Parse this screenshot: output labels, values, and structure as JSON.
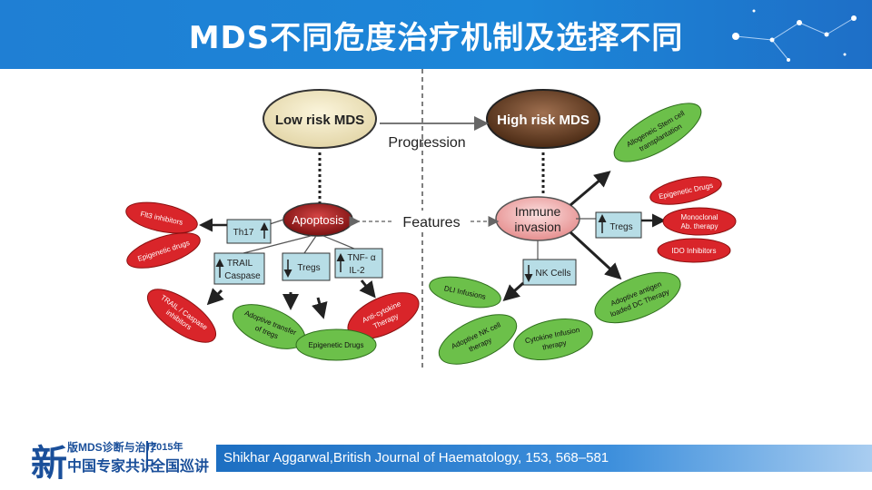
{
  "header": {
    "title": "MDS不同危度治疗机制及选择不同"
  },
  "diagram": {
    "low_risk": "Low risk MDS",
    "high_risk": "High risk MDS",
    "progression": "Progression",
    "features": "Features",
    "apoptosis": "Apoptosis",
    "immune_invasion_1": "Immune",
    "immune_invasion_2": "invasion",
    "left_red": {
      "flt3": "Flt3 inhibitors",
      "epigenetic": "Epigenetic drugs",
      "trail_1": "TRAIL / Caspase",
      "trail_2": "inhibitors",
      "anticytokine_1": "Anti-cytokine",
      "anticytokine_2": "Therapy"
    },
    "left_green": {
      "adoptive_1": "Adoptive transfer",
      "adoptive_2": "of tregs",
      "epigenetic": "Epigenetic Drugs"
    },
    "left_boxes": {
      "th17": "Th17",
      "trail_1": "TRAIL",
      "trail_2": "Caspase",
      "tregs": "Tregs",
      "tnf": "TNF- α",
      "il2": "IL-2"
    },
    "right_boxes": {
      "tregs": "Tregs",
      "nkcells": "NK Cells"
    },
    "right_red": {
      "epigenetic": "Epigenetic Drugs",
      "mono_1": "Monoclonal",
      "mono_2": "Ab. therapy",
      "ido": "IDO Inhibitors"
    },
    "right_green": {
      "stem_1": "Allogeneic Stem cell",
      "stem_2": "transplantation",
      "dli": "DLI Infusions",
      "adoptive_antigen_1": "Adoptive antigen",
      "adoptive_antigen_2": "loaded DC Therapy",
      "nk_1": "Adoptive NK cell",
      "nk_2": "therapy",
      "cytokine_1": "Cytokine Infusion",
      "cytokine_2": "therapy"
    }
  },
  "footer": {
    "citation": "Shikhar Aggarwal,British Journal of Haematology, 153, 568–581",
    "logo_mark": "新",
    "logo_line1": "版MDS诊断与治疗",
    "logo_line2": "中国专家共识",
    "logo_year": "2015年",
    "logo_tour": "全国巡讲"
  },
  "colors": {
    "red": "#d9252a",
    "green": "#6cc04a",
    "box": "#b7dde6",
    "header": "#1f7fd4"
  }
}
